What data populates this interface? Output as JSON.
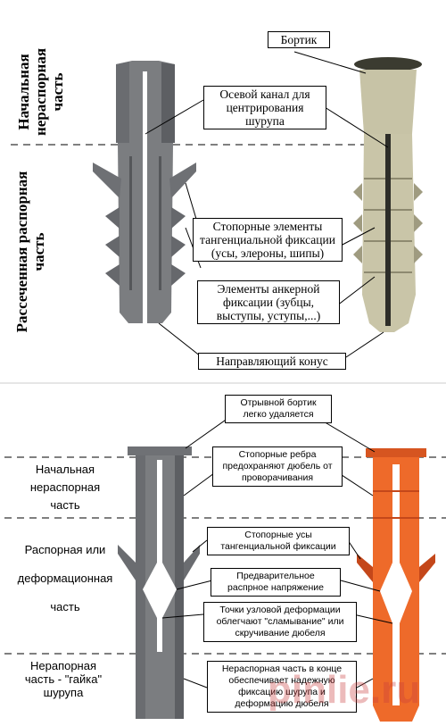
{
  "top_panel": {
    "vertical_labels": {
      "top": "Начальная нераспорная часть",
      "bottom": "Рассеченная распорная часть"
    },
    "callouts": {
      "rim": "Бортик",
      "axial_channel": "Осевой канал для центрирования шурупа",
      "locking_elements": "Стопорные элементы тангенциальной фиксации (усы, элероны, шипы)",
      "anchor_elements": "Элементы анкерной фиксации (зубцы, выступы, уступы,...)",
      "guide_cone": "Направляющий конус"
    }
  },
  "bottom_panel": {
    "side_labels": {
      "start": "Начальная нераспорная часть",
      "spacer": "Распорная или деформационная часть",
      "nut": "Нерапорная часть - \"гайка\" шурупа"
    },
    "callouts": {
      "tear_off_rim": "Отрывной бортик легко удаляется",
      "locking_ribs": "Стопорные ребра предохраняют дюбель от проворачивания",
      "locking_whiskers": "Стопорные усы тангенциальной фиксации",
      "pre_tension": "Предварительное распрное напряжение",
      "node_points": "Точки узловой деформации облегчают \"сламывание\" или скручивание дюбеля",
      "end_part": "Нераспорная часть в конце обеспечивает надежную фиксацию шурупа и деформацию дюбеля"
    }
  },
  "watermark": "pinlie.ru",
  "colors": {
    "grey_dowel": "#7b7d80",
    "grey_dowel_dark": "#55575a",
    "beige_dowel": "#c7c3a6",
    "beige_rim": "#3b3b30",
    "orange_dowel": "#ee6a2a",
    "orange_dark": "#c4471a"
  }
}
